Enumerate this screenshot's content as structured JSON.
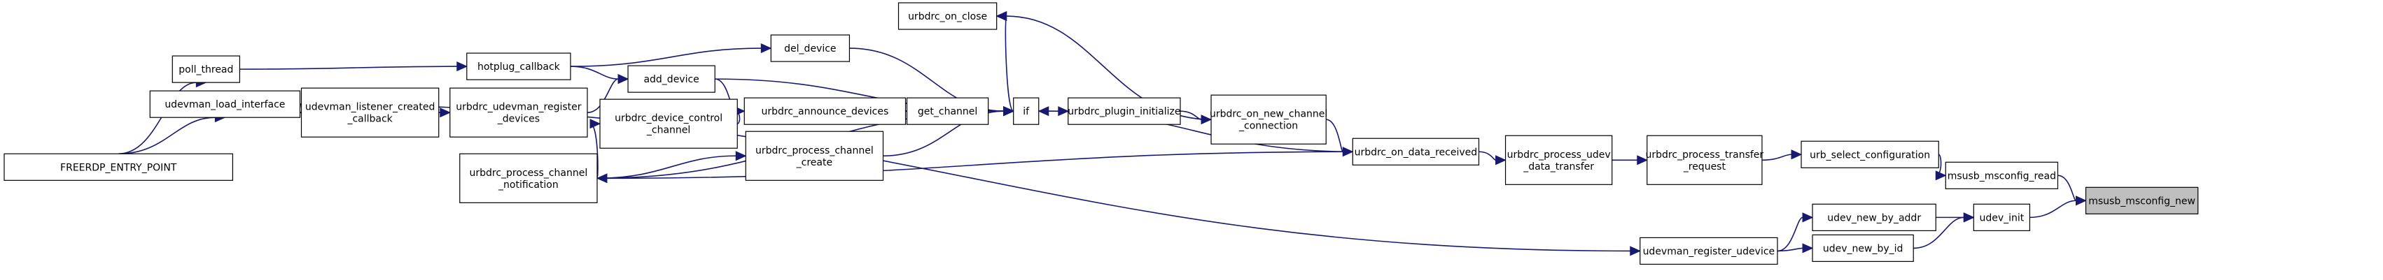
{
  "diagram": {
    "type": "call-graph",
    "highlighted_node": "msusb_msconfig_new",
    "colors": {
      "edge": "#191970",
      "node_border": "#000000",
      "highlight_fill": "#bfbfbf",
      "background": "#ffffff"
    },
    "nodes": [
      {
        "id": "FREERDP_ENTRY_POINT",
        "lines": [
          "FREERDP_ENTRY_POINT"
        ]
      },
      {
        "id": "poll_thread",
        "lines": [
          "poll_thread"
        ]
      },
      {
        "id": "udevman_load_interface",
        "lines": [
          "udevman_load_interface"
        ]
      },
      {
        "id": "hotplug_callback",
        "lines": [
          "hotplug_callback"
        ]
      },
      {
        "id": "udevman_listener_created_callback",
        "lines": [
          "udevman_listener_created",
          "_callback"
        ]
      },
      {
        "id": "urbdrc_udevman_register_devices",
        "lines": [
          "urbdrc_udevman_register",
          "_devices"
        ]
      },
      {
        "id": "urbdrc_process_channel_notification",
        "lines": [
          "urbdrc_process_channel",
          "_notification"
        ]
      },
      {
        "id": "del_device",
        "lines": [
          "del_device"
        ]
      },
      {
        "id": "add_device",
        "lines": [
          "add_device"
        ]
      },
      {
        "id": "urbdrc_device_control_channel",
        "lines": [
          "urbdrc_device_control",
          "_channel"
        ]
      },
      {
        "id": "urbdrc_announce_devices",
        "lines": [
          "urbdrc_announce_devices"
        ]
      },
      {
        "id": "urbdrc_process_channel_create",
        "lines": [
          "urbdrc_process_channel",
          "_create"
        ]
      },
      {
        "id": "urbdrc_on_close",
        "lines": [
          "urbdrc_on_close"
        ]
      },
      {
        "id": "get_channel",
        "lines": [
          "get_channel"
        ]
      },
      {
        "id": "if",
        "lines": [
          "if"
        ]
      },
      {
        "id": "urbdrc_plugin_initialize",
        "lines": [
          "urbdrc_plugin_initialize"
        ]
      },
      {
        "id": "urbdrc_on_new_channel_connection",
        "lines": [
          "urbdrc_on_new_channel",
          "_connection"
        ]
      },
      {
        "id": "urbdrc_on_data_received",
        "lines": [
          "urbdrc_on_data_received"
        ]
      },
      {
        "id": "urbdrc_process_udev_data_transfer",
        "lines": [
          "urbdrc_process_udev",
          "_data_transfer"
        ]
      },
      {
        "id": "urbdrc_process_transfer_request",
        "lines": [
          "urbdrc_process_transfer",
          "_request"
        ]
      },
      {
        "id": "urb_select_configuration",
        "lines": [
          "urb_select_configuration"
        ]
      },
      {
        "id": "msusb_msconfig_read",
        "lines": [
          "msusb_msconfig_read"
        ]
      },
      {
        "id": "msusb_msconfig_new",
        "lines": [
          "msusb_msconfig_new"
        ]
      },
      {
        "id": "udev_init",
        "lines": [
          "udev_init"
        ]
      },
      {
        "id": "udev_new_by_addr",
        "lines": [
          "udev_new_by_addr"
        ]
      },
      {
        "id": "udev_new_by_id",
        "lines": [
          "udev_new_by_id"
        ]
      },
      {
        "id": "udevman_register_udevice",
        "lines": [
          "udevman_register_udevice"
        ]
      }
    ],
    "edges": [
      {
        "from": "FREERDP_ENTRY_POINT",
        "to": "poll_thread"
      },
      {
        "from": "FREERDP_ENTRY_POINT",
        "to": "udevman_load_interface"
      },
      {
        "from": "poll_thread",
        "to": "hotplug_callback"
      },
      {
        "from": "udevman_load_interface",
        "to": "udevman_listener_created_callback"
      },
      {
        "from": "udevman_load_interface",
        "to": "udevman_register_udevice"
      },
      {
        "from": "udevman_listener_created_callback",
        "to": "urbdrc_udevman_register_devices"
      },
      {
        "from": "urbdrc_udevman_register_devices",
        "to": "add_device"
      },
      {
        "from": "hotplug_callback",
        "to": "del_device"
      },
      {
        "from": "hotplug_callback",
        "to": "add_device"
      },
      {
        "from": "add_device",
        "to": "urbdrc_announce_devices"
      },
      {
        "from": "add_device",
        "to": "if"
      },
      {
        "from": "del_device",
        "to": "if"
      },
      {
        "from": "urbdrc_device_control_channel",
        "to": "urbdrc_announce_devices"
      },
      {
        "from": "urbdrc_process_channel_notification",
        "to": "urbdrc_device_control_channel"
      },
      {
        "from": "urbdrc_process_channel_notification",
        "to": "if"
      },
      {
        "from": "urbdrc_process_channel_create",
        "to": "if"
      },
      {
        "from": "urbdrc_process_channel_notification",
        "to": "urbdrc_process_channel_create"
      },
      {
        "from": "urbdrc_announce_devices",
        "to": "get_channel"
      },
      {
        "from": "urbdrc_announce_devices",
        "to": "if"
      },
      {
        "from": "get_channel",
        "to": "if"
      },
      {
        "from": "if",
        "to": "urbdrc_on_close"
      },
      {
        "from": "if",
        "to": "urbdrc_plugin_initialize"
      },
      {
        "from": "urbdrc_plugin_initialize",
        "to": "urbdrc_on_new_channel_connection"
      },
      {
        "from": "urbdrc_on_new_channel_connection",
        "to": "urbdrc_on_close"
      },
      {
        "from": "urbdrc_on_new_channel_connection",
        "to": "urbdrc_on_data_received"
      },
      {
        "from": "urbdrc_on_data_received",
        "to": "if"
      },
      {
        "from": "urbdrc_on_data_received",
        "to": "urbdrc_process_channel_notification"
      },
      {
        "from": "urbdrc_on_data_received",
        "to": "urbdrc_process_udev_data_transfer"
      },
      {
        "from": "urbdrc_process_udev_data_transfer",
        "to": "urbdrc_process_transfer_request"
      },
      {
        "from": "urbdrc_process_transfer_request",
        "to": "urb_select_configuration"
      },
      {
        "from": "urb_select_configuration",
        "to": "msusb_msconfig_read"
      },
      {
        "from": "msusb_msconfig_read",
        "to": "msusb_msconfig_new"
      },
      {
        "from": "udev_init",
        "to": "msusb_msconfig_new"
      },
      {
        "from": "udev_new_by_addr",
        "to": "udev_init"
      },
      {
        "from": "udev_new_by_id",
        "to": "udev_init"
      },
      {
        "from": "udevman_register_udevice",
        "to": "udev_new_by_addr"
      },
      {
        "from": "udevman_register_udevice",
        "to": "udev_new_by_id"
      }
    ]
  }
}
